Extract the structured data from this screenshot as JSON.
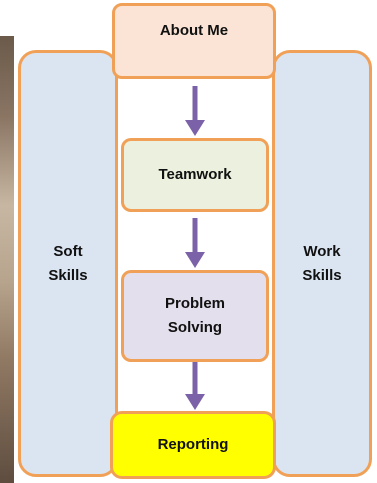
{
  "diagram": {
    "top_node": "About Me",
    "steps": [
      "Teamwork",
      "Problem\nSolving"
    ],
    "bottom_node": "Reporting",
    "left_panel": "Soft\nSkills",
    "right_panel": "Work\nSkills",
    "colors": {
      "border": "#f0a157",
      "side_panels": "#dbe5f1",
      "about_fill": "#fbe4d5",
      "teamwork_fill": "#ebf1de",
      "problem_fill": "#e4dfec",
      "reporting_fill": "#ffff00",
      "arrow": "#7b62a8"
    }
  }
}
